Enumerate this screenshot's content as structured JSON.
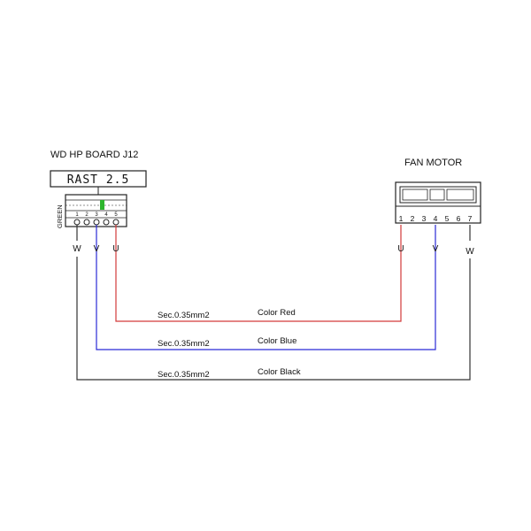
{
  "left_connector": {
    "title": "WD HP BOARD J12",
    "type_label": "RAST 2.5",
    "side_label": "GREEN",
    "pin_numbers": [
      "1",
      "2",
      "3",
      "4",
      "5"
    ]
  },
  "right_connector": {
    "title": "FAN MOTOR",
    "pin_numbers": [
      "1",
      "2",
      "3",
      "4",
      "5",
      "6",
      "7"
    ]
  },
  "wires": [
    {
      "phase": "U",
      "section": "Sec.0.35mm2",
      "color_label": "Color Red",
      "stroke": "#d33a3a",
      "from_pin": "5",
      "to_pin": "1"
    },
    {
      "phase": "V",
      "section": "Sec.0.35mm2",
      "color_label": "Color Blue",
      "stroke": "#2a2ad6",
      "from_pin": "3",
      "to_pin": "4"
    },
    {
      "phase": "W",
      "section": "Sec.0.35mm2",
      "color_label": "Color Black",
      "stroke": "#333333",
      "from_pin": "1",
      "to_pin": "7"
    }
  ],
  "colors": {
    "latch_green": "#2db52d"
  }
}
